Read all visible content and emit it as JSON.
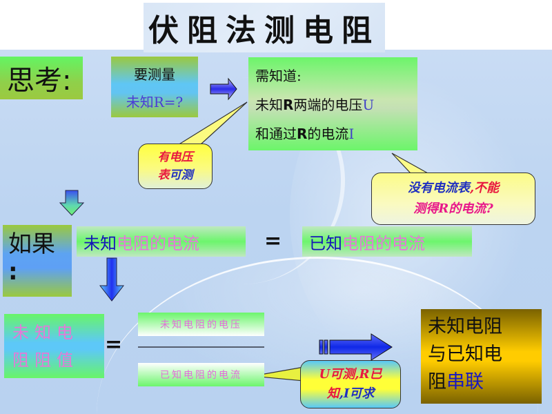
{
  "title": "伏阻法测电阻",
  "think": {
    "label": "思考:",
    "measure": {
      "line1": "要测量",
      "line2": "未知R=?"
    },
    "need": {
      "line1": "需知道:",
      "line2_a": "未知",
      "line2_r": "R",
      "line2_b": "两端的电压",
      "line2_u": "U",
      "line3_a": "和通过",
      "line3_r": "R",
      "line3_b": "的电流",
      "line3_i": "I"
    },
    "callout_voltmeter": {
      "part1": "有电压",
      "part2a": "表",
      "part2b": "可测"
    },
    "callout_no_ammeter": {
      "part1a": "没有电流表",
      "part1b": ",不能",
      "part2": "测得R的电流?"
    }
  },
  "if_section": {
    "label": "如果",
    "colon": ":",
    "unknown_current": {
      "a": "未知",
      "b": "电阻的电流"
    },
    "equals": "=",
    "known_current": {
      "a": "已知",
      "b": "电阻的电流"
    }
  },
  "result_section": {
    "resistance_label_line1": "未知电",
    "resistance_label_line2": "阻阻值",
    "equals": "=",
    "numerator": "未知电阻的电压",
    "denominator": "已知电阻的电流",
    "callout_solvable": {
      "line1_a": "U可测",
      "line1_b": ",R已",
      "line2_a": "知",
      "line2_b": ",I",
      "line2_c": "可求"
    },
    "conclusion": {
      "line1": "未知电阻",
      "line2": "与已知电",
      "line3_a": "阻",
      "line3_b": "串联"
    }
  },
  "colors": {
    "green_box": "#63f563",
    "sky_blue": "#5fc6f5",
    "gold": "#ffcc00",
    "arrow_blue": "#2b35e8",
    "callout_yellow": "#ffff40",
    "pink_text": "#e479d8"
  }
}
